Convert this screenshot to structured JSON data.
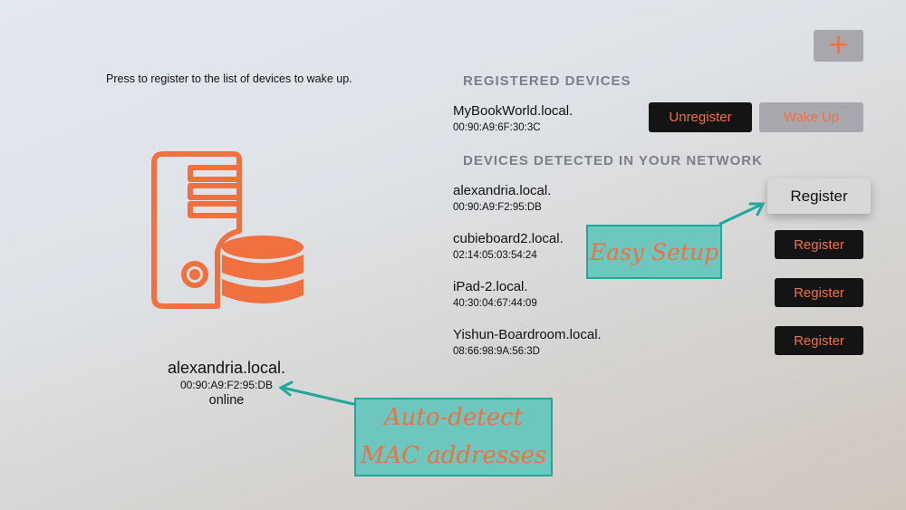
{
  "header": {
    "add_button_label": "+",
    "instruction": "Press to register to the list of devices to wake up."
  },
  "registered": {
    "title": "REGISTERED DEVICES",
    "devices": [
      {
        "name": "MyBookWorld.local.",
        "mac": "00:90:A9:6F:30:3C",
        "unregister_label": "Unregister",
        "wake_label": "Wake Up"
      }
    ]
  },
  "detected": {
    "title": "DEVICES DETECTED IN YOUR NETWORK",
    "devices": [
      {
        "name": "alexandria.local.",
        "mac": "00:90:A9:F2:95:DB",
        "button_label": "Register"
      },
      {
        "name": "cubieboard2.local.",
        "mac": "02:14:05:03:54:24",
        "button_label": "Register"
      },
      {
        "name": "iPad-2.local.",
        "mac": "40:30:04:67:44:09",
        "button_label": "Register"
      },
      {
        "name": "Yishun-Boardroom.local.",
        "mac": "08:66:98:9A:56:3D",
        "button_label": "Register"
      }
    ]
  },
  "selected_device": {
    "icon": "server-database-icon",
    "name": "alexandria.local.",
    "mac": "00:90:A9:F2:95:DB",
    "status": "online"
  },
  "annotations": {
    "easy_setup": "Easy Setup",
    "auto_detect_line1": "Auto-detect",
    "auto_detect_line2": "MAC addresses"
  },
  "colors": {
    "accent": "#f07040",
    "button_dark": "#141414",
    "button_gray": "#a8a7ad",
    "note_fill": "#6dc7bf",
    "note_border": "#1fa89c"
  }
}
